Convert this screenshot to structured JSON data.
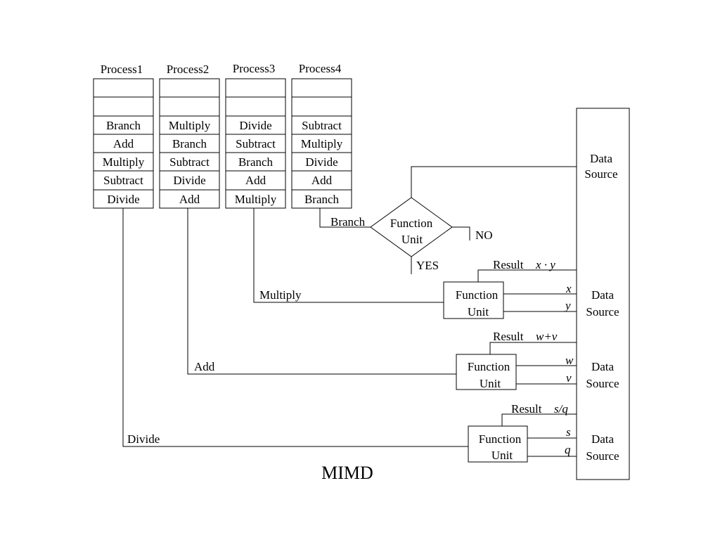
{
  "title": "MIMD",
  "processes": [
    {
      "name": "Process1",
      "slots": [
        "",
        "",
        "Branch",
        "Add",
        "Multiply",
        "Subtract",
        "Divide"
      ]
    },
    {
      "name": "Process2",
      "slots": [
        "",
        "",
        "Multiply",
        "Branch",
        "Subtract",
        "Divide",
        "Add"
      ]
    },
    {
      "name": "Process3",
      "slots": [
        "",
        "",
        "Divide",
        "Subtract",
        "Branch",
        "Add",
        "Multiply"
      ]
    },
    {
      "name": "Process4",
      "slots": [
        "",
        "",
        "Subtract",
        "Multiply",
        "Divide",
        "Add",
        "Branch"
      ]
    }
  ],
  "branch_unit": {
    "input_label": "Branch",
    "line1": "Function",
    "line2": "Unit",
    "no_label": "NO",
    "yes_label": "YES"
  },
  "data_sources": [
    {
      "line1": "Data",
      "line2": "Source"
    },
    {
      "line1": "Data",
      "line2": "Source"
    },
    {
      "line1": "Data",
      "line2": "Source"
    },
    {
      "line1": "Data",
      "line2": "Source"
    }
  ],
  "units": [
    {
      "input_label": "Multiply",
      "line1": "Function",
      "line2": "Unit",
      "result_prefix": "Result",
      "result_expr": "x · y",
      "in_a": "x",
      "in_b": "y"
    },
    {
      "input_label": "Add",
      "line1": "Function",
      "line2": "Unit",
      "result_prefix": "Result",
      "result_expr": "w+v",
      "in_a": "w",
      "in_b": "v"
    },
    {
      "input_label": "Divide",
      "line1": "Function",
      "line2": "Unit",
      "result_prefix": "Result",
      "result_expr": "s/q",
      "in_a": "s",
      "in_b": "q"
    }
  ]
}
